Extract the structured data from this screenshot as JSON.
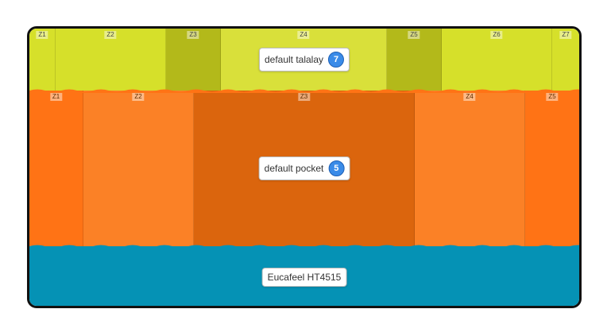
{
  "layers": {
    "top": {
      "label": "default talalay",
      "count": "7",
      "zones": [
        {
          "tag": "Z1",
          "color": "#d6e02a"
        },
        {
          "tag": "Z2",
          "color": "#d6e02a"
        },
        {
          "tag": "Z3",
          "color": "#b3b91a"
        },
        {
          "tag": "Z4",
          "color": "#d9e03a"
        },
        {
          "tag": "Z5",
          "color": "#b3b91a"
        },
        {
          "tag": "Z6",
          "color": "#d6e02a"
        },
        {
          "tag": "Z7",
          "color": "#d6e02a"
        }
      ]
    },
    "mid": {
      "label": "default pocket",
      "count": "5",
      "zones": [
        {
          "tag": "Z1",
          "color": "#ff7315"
        },
        {
          "tag": "Z2",
          "color": "#fb8126"
        },
        {
          "tag": "Z3",
          "color": "#db650d"
        },
        {
          "tag": "Z4",
          "color": "#fb8126"
        },
        {
          "tag": "Z5",
          "color": "#ff7315"
        }
      ]
    },
    "bottom": {
      "label": "Eucafeel HT4515",
      "color": "#0592b5"
    }
  }
}
